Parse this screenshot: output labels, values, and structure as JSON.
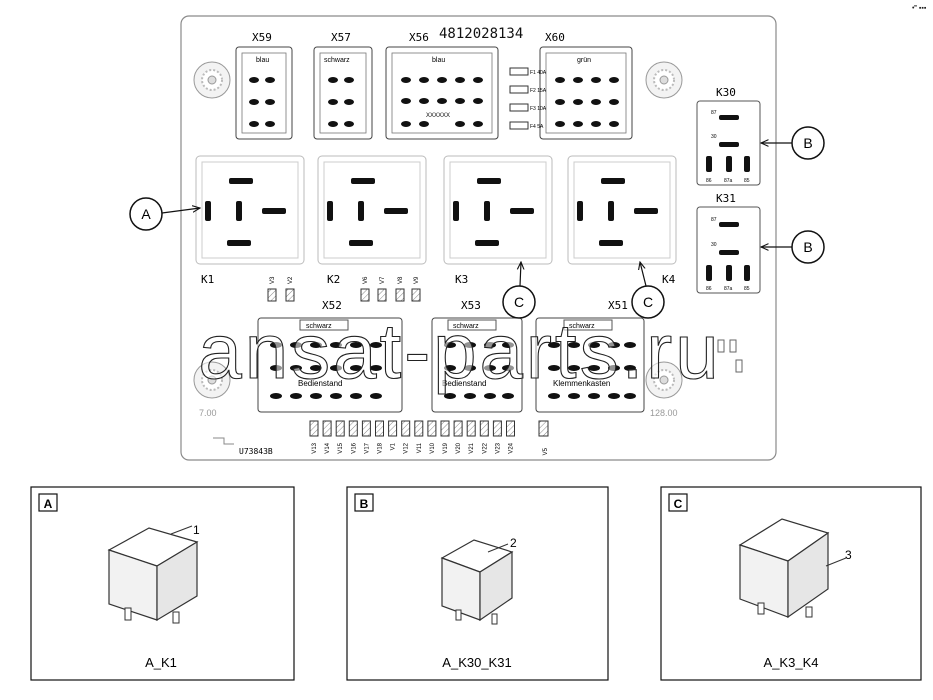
{
  "board": {
    "part_number": "4812028134",
    "drawing_code": "U73843B",
    "dim_left": "7.00",
    "dim_right": "128.00",
    "marker": "XXXXXX",
    "connectors_top": [
      {
        "id": "X59",
        "color": "blau"
      },
      {
        "id": "X57",
        "color": "schwarz"
      },
      {
        "id": "X56",
        "color": "blau"
      },
      {
        "id": "X60",
        "color": "grün"
      }
    ],
    "connectors_bottom": [
      {
        "id": "X52",
        "color": "schwarz",
        "label": "Bedienstand"
      },
      {
        "id": "X53",
        "color": "schwarz",
        "label": "Bedienstand"
      },
      {
        "id": "X51",
        "color": "schwarz",
        "label": "Klemmenkasten"
      }
    ],
    "fuses": [
      "F1 40A",
      "F2 15A",
      "F3 10A",
      "F4 5A"
    ],
    "relays_large": [
      "K1",
      "K2",
      "K3",
      "K4"
    ],
    "relays_small": [
      {
        "id": "K30",
        "pins": [
          "86",
          "87a",
          "85"
        ],
        "pin_top": "87",
        "pin_mid": "30"
      },
      {
        "id": "K31",
        "pins": [
          "86",
          "87a",
          "85"
        ],
        "pin_top": "87",
        "pin_mid": "30"
      }
    ],
    "diodes_upper": [
      "V3",
      "V2",
      "V6",
      "V7",
      "V8",
      "V9"
    ],
    "diodes_lower": [
      "V13",
      "V14",
      "V15",
      "V16",
      "V17",
      "V18",
      "V1",
      "V12",
      "V11",
      "V10",
      "V19",
      "V20",
      "V21",
      "V22",
      "V23",
      "V24"
    ],
    "diode_single": "V5"
  },
  "callouts": {
    "a": "A",
    "b1": "B",
    "b2": "B",
    "c1": "C",
    "c2": "C"
  },
  "watermark": "ansat-parts.ru",
  "corner_mark": "•‴ ▪▪▪",
  "detail_panels": [
    {
      "letter": "A",
      "number": "1",
      "caption": "A_K1"
    },
    {
      "letter": "B",
      "number": "2",
      "caption": "A_K30_K31"
    },
    {
      "letter": "C",
      "number": "3",
      "caption": "A_K3_K4"
    }
  ]
}
